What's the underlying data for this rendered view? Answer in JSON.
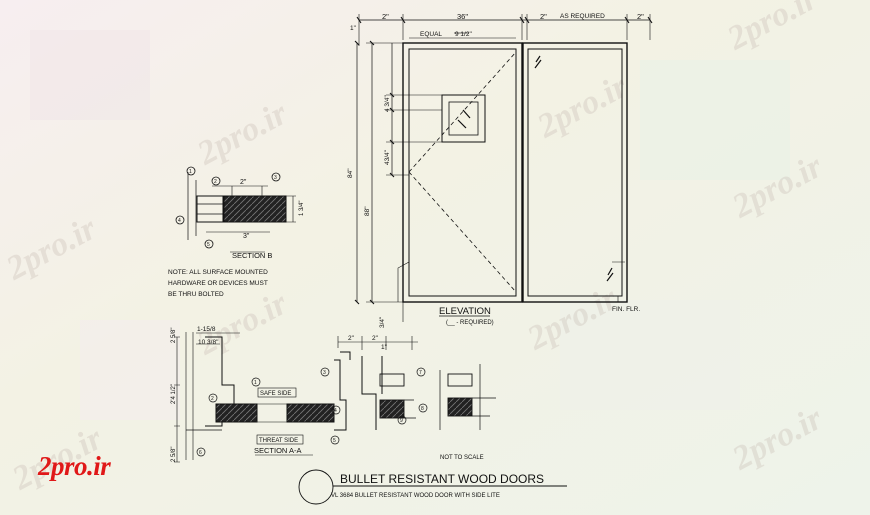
{
  "watermark": "2pro.ir",
  "logo": {
    "text": "2pro.ir"
  },
  "title": {
    "main": "BULLET RESISTANT WOOD DOORS",
    "sub": "VL 3684 BULLET RESISTANT WOOD DOOR WITH SIDE LITE"
  },
  "elevation": {
    "label": "ELEVATION",
    "sublabel": "(__ - REQUIRED)",
    "dims_top": [
      "2\"",
      "36\"",
      "2\"",
      "AS REQUIRED",
      "2\""
    ],
    "equal": "EQUAL",
    "half": "9 1/2\"",
    "dims_left": [
      "1\"",
      "4 3/4\"",
      "43/4\"",
      "84\"",
      "88\"",
      "3/4\""
    ],
    "fin_flr": "FIN. FLR."
  },
  "section_b": {
    "label": "SECTION B",
    "dims": [
      "2\"",
      "1 3/4\"",
      "3\""
    ],
    "callouts": [
      "1",
      "2",
      "3",
      "4",
      "5"
    ]
  },
  "note": {
    "lines": [
      "NOTE: ALL SURFACE MOUNTED",
      "HARDWARE OR DEVICES MUST",
      "BE THRU BOLTED"
    ]
  },
  "section_aa": {
    "label": "SECTION A-A",
    "safe_side": "SAFE SIDE",
    "threat_side": "THREAT SIDE",
    "dims_left": [
      "2 5/8\"",
      "2'4 1/2\"",
      "2 5/8\""
    ],
    "dims_top": [
      "1-15/8",
      "10 3/8\""
    ],
    "dims_right_top": [
      "2\"",
      "2\"",
      "1\""
    ],
    "callouts": [
      "1",
      "2",
      "3",
      "4",
      "5",
      "6",
      "7",
      "8",
      "9"
    ]
  },
  "not_to_scale": "NOT TO SCALE",
  "colors": {
    "line": "#111111",
    "logo": "#e01818",
    "hatch": "#333333"
  }
}
